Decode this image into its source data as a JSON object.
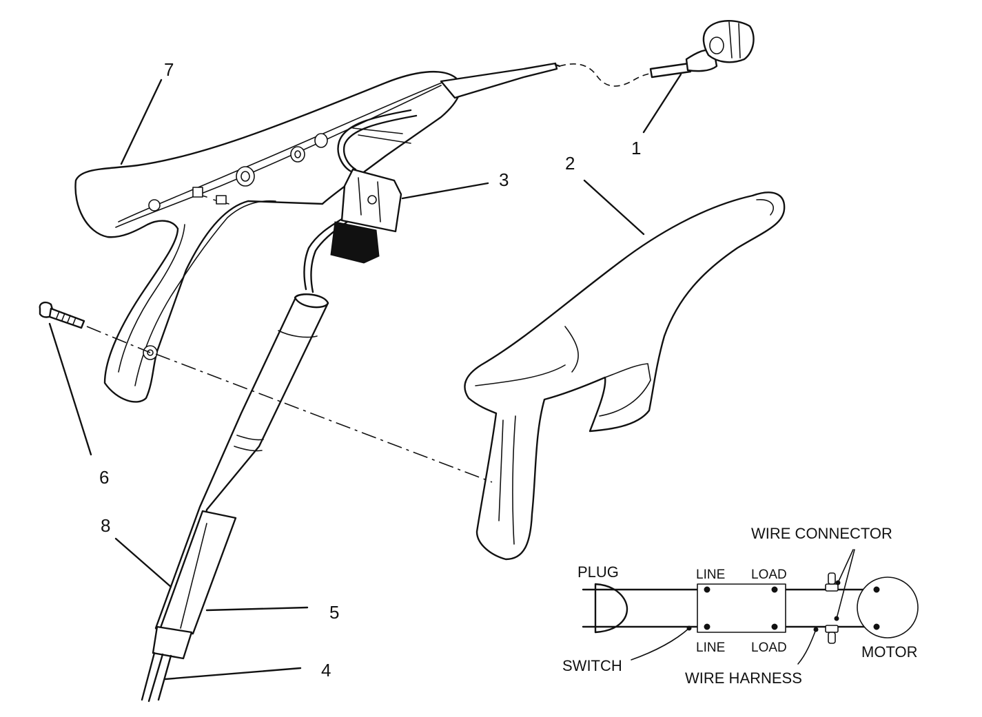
{
  "callouts": {
    "c1": "1",
    "c2": "2",
    "c3": "3",
    "c4": "4",
    "c5": "5",
    "c6": "6",
    "c7": "7",
    "c8": "8"
  },
  "schematic": {
    "plug": "PLUG",
    "switch": "SWITCH",
    "line_top": "LINE",
    "load_top": "LOAD",
    "line_bottom": "LINE",
    "load_bottom": "LOAD",
    "wire_connector": "WIRE CONNECTOR",
    "wire_harness": "WIRE HARNESS",
    "motor": "MOTOR"
  }
}
